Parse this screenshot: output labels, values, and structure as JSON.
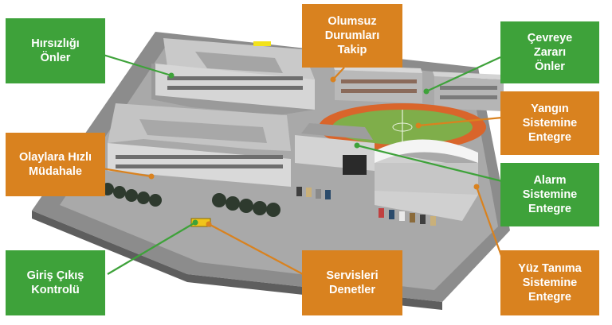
{
  "colors": {
    "green": "#3ea23a",
    "orange": "#d9821f"
  },
  "labels": {
    "hirsizligi": "Hırsızlığı\nÖnler",
    "olumsuz": "Olumsuz\nDurumları\nTakip",
    "cevreye": "Çevreye\nZararı\nÖnler",
    "yangin": "Yangın\nSistemine\nEntegre",
    "olaylara": "Olaylara Hızlı\nMüdahale",
    "alarm": "Alarm\nSistemine\nEntegre",
    "giris": "Giriş Çıkış\nKontrolü",
    "servisleri": "Servisleri\nDenetler",
    "yuz": "Yüz Tanıma\nSistemine\nEntegre"
  }
}
